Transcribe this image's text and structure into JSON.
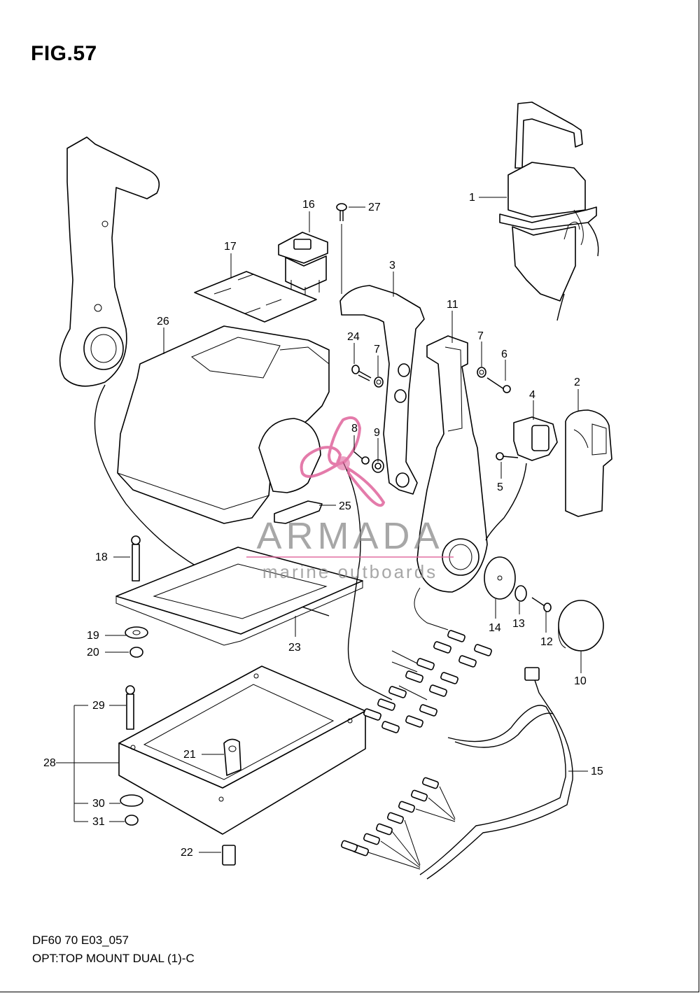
{
  "figure": {
    "title": "FIG.57",
    "code": "DF60 70 E03_057",
    "subtitle": "OPT:TOP MOUNT DUAL (1)-C"
  },
  "watermark": {
    "brand": "ARMADA",
    "tagline": "marine outboards",
    "logo": "propeller-logo",
    "colors": {
      "logo": "#e0649c",
      "text": "#8a8a8a"
    }
  },
  "callouts": [
    "1",
    "2",
    "3",
    "4",
    "5",
    "6",
    "7",
    "7",
    "8",
    "9",
    "10",
    "11",
    "12",
    "13",
    "14",
    "15",
    "16",
    "17",
    "18",
    "19",
    "20",
    "21",
    "22",
    "23",
    "24",
    "25",
    "26",
    "27",
    "28",
    "29",
    "30",
    "31"
  ]
}
